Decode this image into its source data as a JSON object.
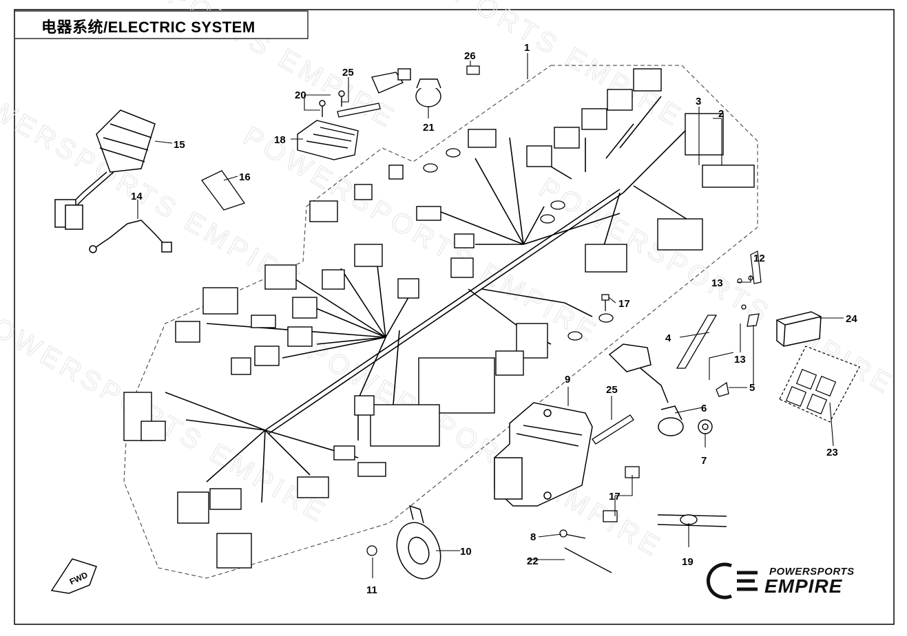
{
  "title": "电器系统/ELECTRIC SYSTEM",
  "watermark": "POWERSPORTS EMPIRE",
  "brand": {
    "line1": "POWERSPORTS",
    "line2": "EMPIRE"
  },
  "fwd_label": "FWD",
  "colors": {
    "line": "#000000",
    "background": "#ffffff",
    "watermark": "#e6e6e6"
  },
  "callouts": [
    {
      "id": "c1",
      "label": "1"
    },
    {
      "id": "c2",
      "label": "2"
    },
    {
      "id": "c3",
      "label": "3"
    },
    {
      "id": "c4",
      "label": "4"
    },
    {
      "id": "c5",
      "label": "5"
    },
    {
      "id": "c6",
      "label": "6"
    },
    {
      "id": "c7",
      "label": "7"
    },
    {
      "id": "c8",
      "label": "8"
    },
    {
      "id": "c9",
      "label": "9"
    },
    {
      "id": "c10",
      "label": "10"
    },
    {
      "id": "c11",
      "label": "11"
    },
    {
      "id": "c12",
      "label": "12"
    },
    {
      "id": "c13a",
      "label": "13"
    },
    {
      "id": "c13b",
      "label": "13"
    },
    {
      "id": "c14",
      "label": "14"
    },
    {
      "id": "c15",
      "label": "15"
    },
    {
      "id": "c16",
      "label": "16"
    },
    {
      "id": "c17a",
      "label": "17"
    },
    {
      "id": "c17b",
      "label": "17"
    },
    {
      "id": "c18",
      "label": "18"
    },
    {
      "id": "c19",
      "label": "19"
    },
    {
      "id": "c20",
      "label": "20"
    },
    {
      "id": "c21",
      "label": "21"
    },
    {
      "id": "c22",
      "label": "22"
    },
    {
      "id": "c23",
      "label": "23"
    },
    {
      "id": "c24",
      "label": "24"
    },
    {
      "id": "c25a",
      "label": "25"
    },
    {
      "id": "c25b",
      "label": "25"
    },
    {
      "id": "c26",
      "label": "26"
    }
  ]
}
